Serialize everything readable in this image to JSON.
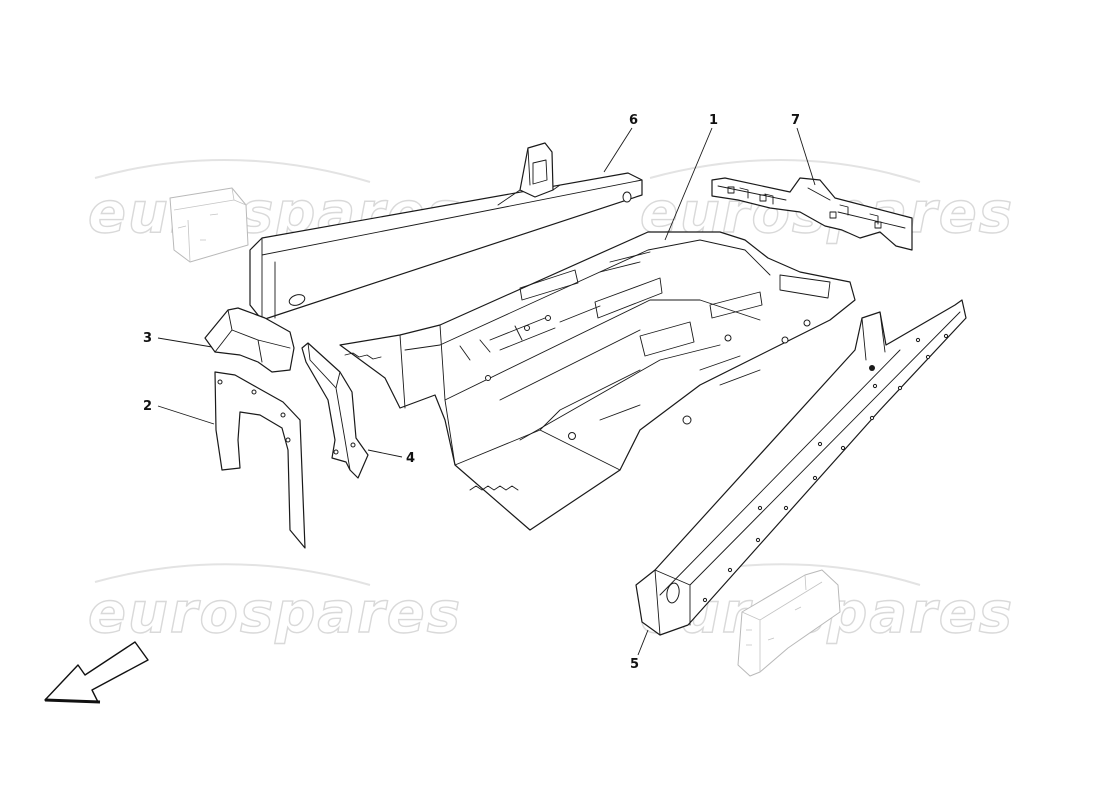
{
  "watermark": {
    "text": "eurospares"
  },
  "callouts": [
    {
      "id": "1",
      "label": "1"
    },
    {
      "id": "2",
      "label": "2"
    },
    {
      "id": "3",
      "label": "3"
    },
    {
      "id": "4",
      "label": "4"
    },
    {
      "id": "5",
      "label": "5"
    },
    {
      "id": "6",
      "label": "6"
    },
    {
      "id": "7",
      "label": "7"
    }
  ]
}
